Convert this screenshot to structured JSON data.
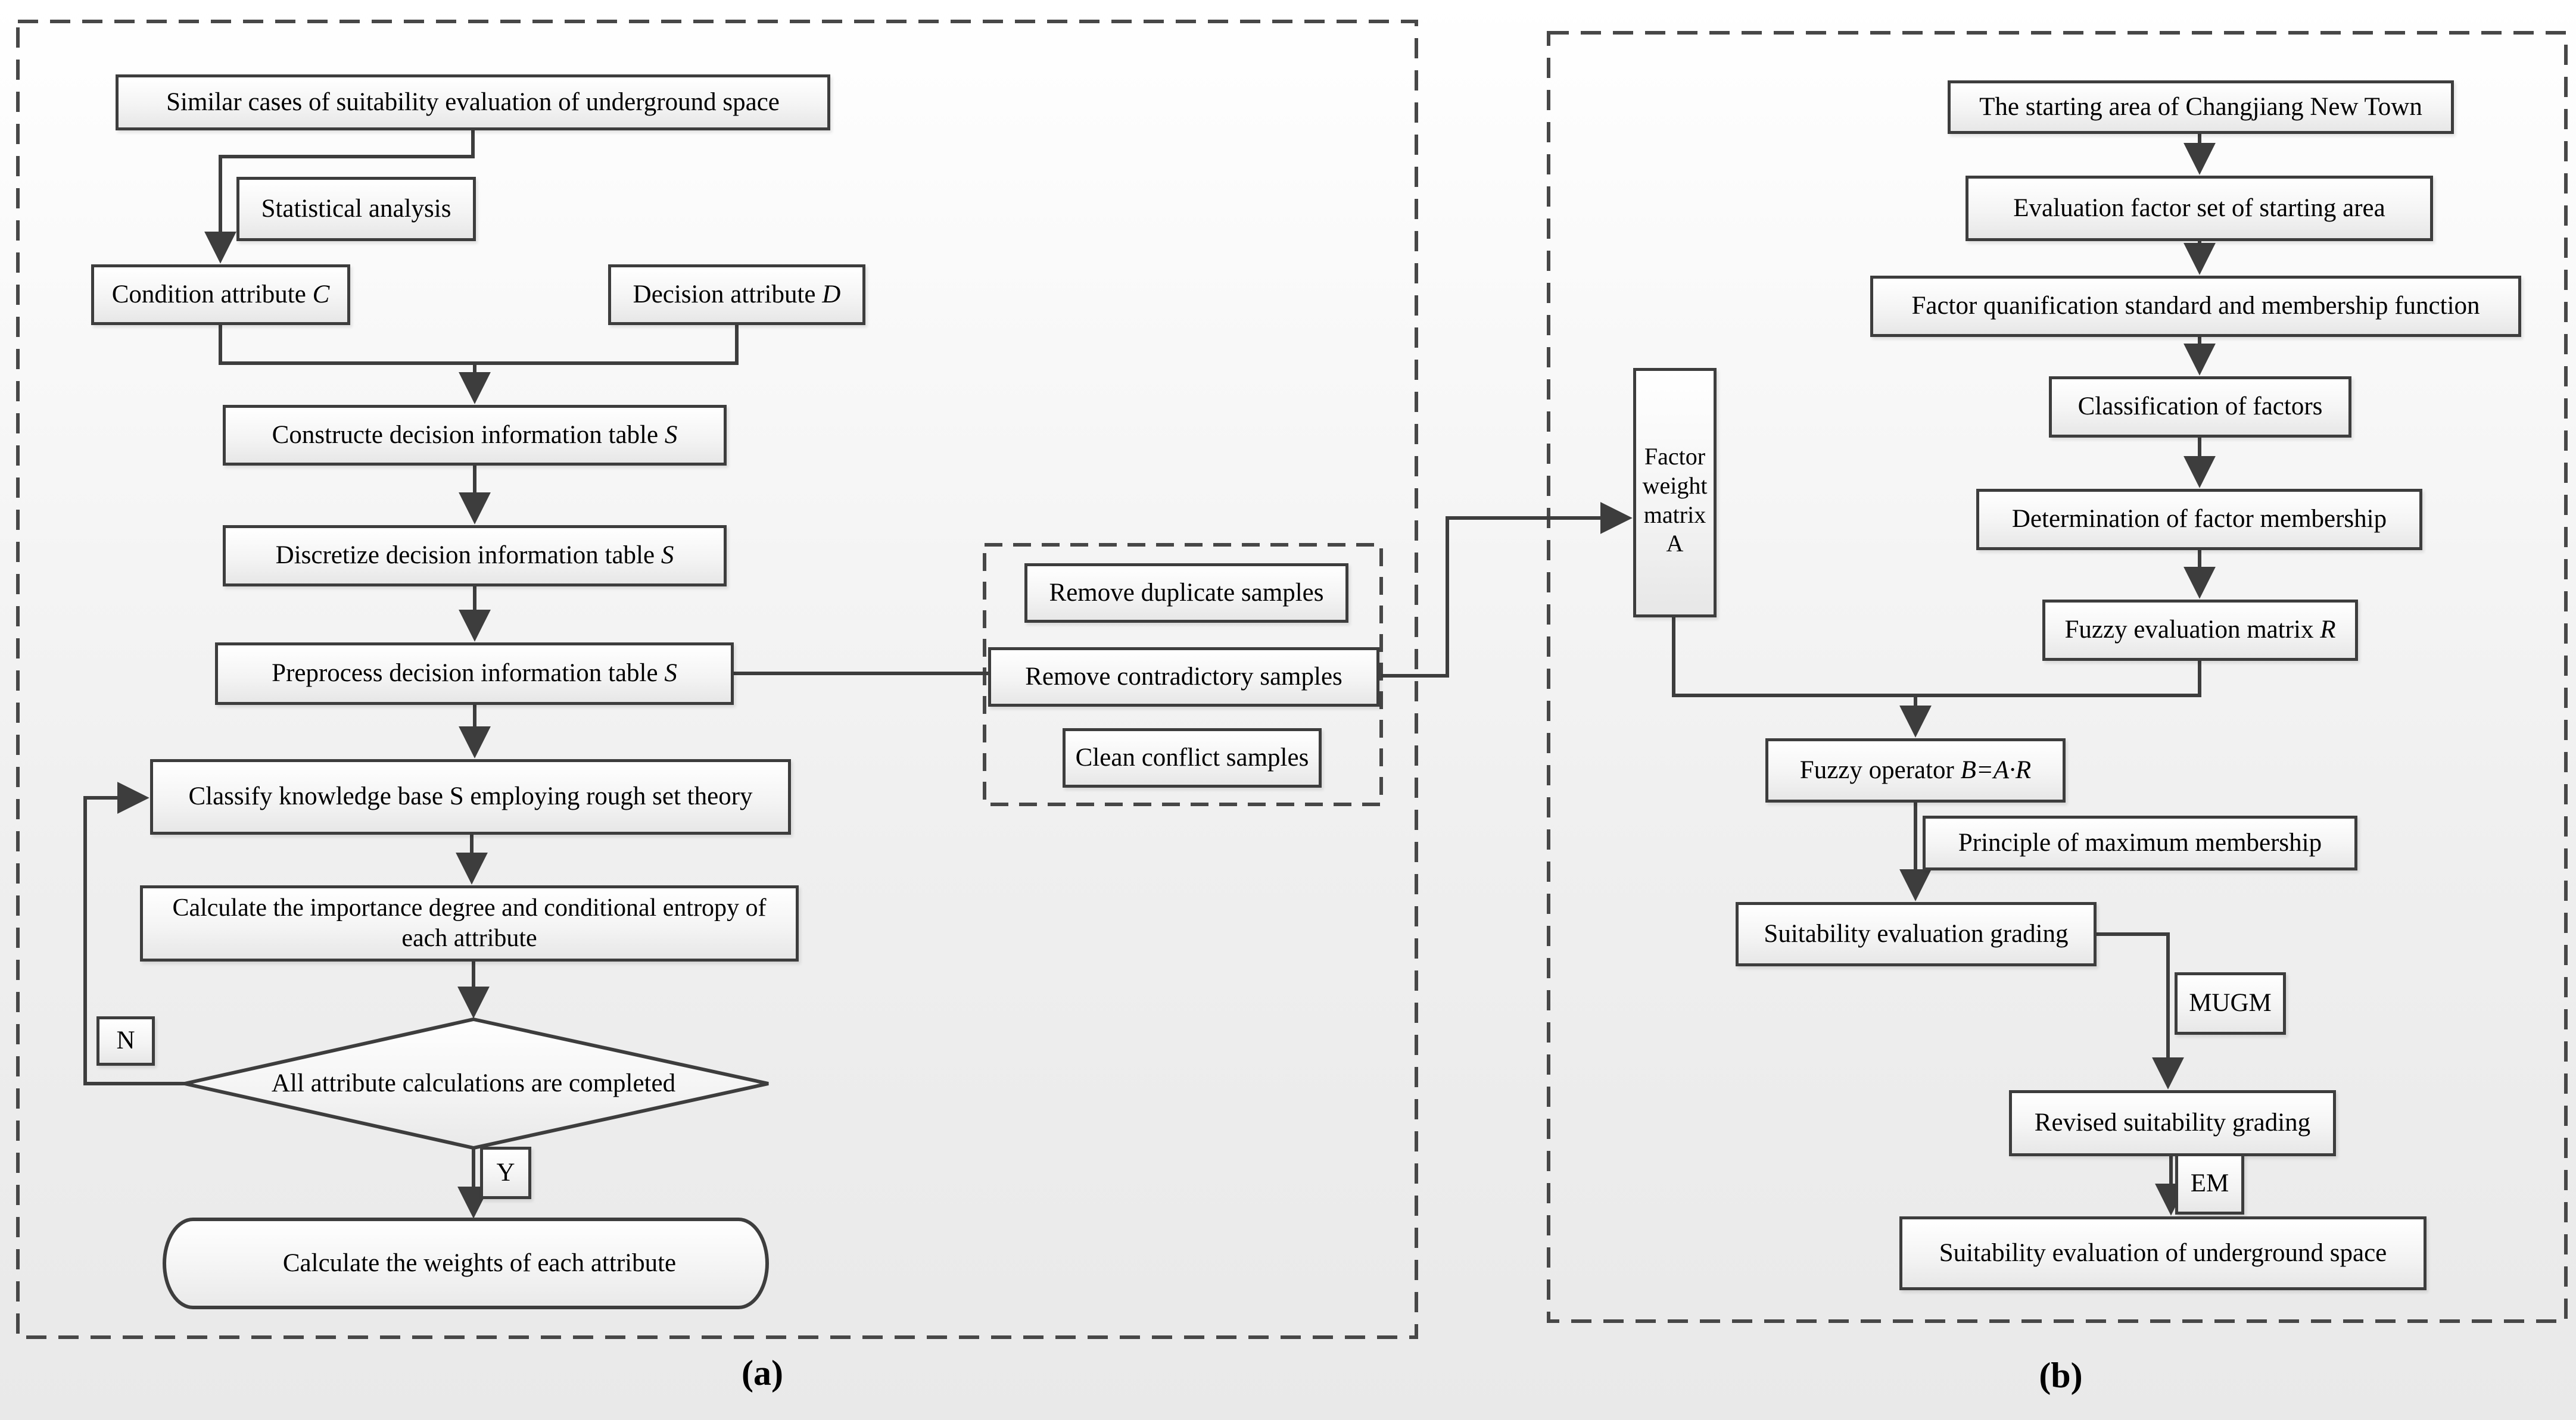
{
  "colors": {
    "line": "#3d3d3d",
    "box_border": "#3d3d3d",
    "dashed_border": "#474747",
    "box_fill_top": "#ffffff",
    "box_fill_bottom": "#e7e7e7",
    "text": "#000000"
  },
  "panel_a": {
    "caption": "(a)",
    "similar_cases": {
      "text": "Similar cases of suitability evaluation of underground space"
    },
    "statistical_analysis": {
      "text": "Statistical analysis"
    },
    "condition_attribute": {
      "text": "Condition attribute ",
      "em": "C"
    },
    "decision_attribute": {
      "text": "Decision attribute ",
      "em": "D"
    },
    "construct_table": {
      "text": "Constructe decision information table ",
      "em": "S"
    },
    "discretize_table": {
      "text": "Discretize decision information table ",
      "em": "S"
    },
    "preprocess_table": {
      "text": "Preprocess decision information table ",
      "em": "S"
    },
    "remove_duplicate": {
      "text": "Remove duplicate samples"
    },
    "remove_contradictory": {
      "text": "Remove contradictory samples"
    },
    "clean_conflict": {
      "text": "Clean conflict samples"
    },
    "classify_knowledge": {
      "text": "Classify knowledge base S employing rough set theory"
    },
    "calculate_importance": {
      "text": "Calculate the importance degree and conditional entropy of each attribute"
    },
    "decision_diamond": {
      "text": "All attribute calculations are completed"
    },
    "label_no": {
      "text": "N"
    },
    "label_yes": {
      "text": "Y"
    },
    "calculate_weights": {
      "text": "Calculate the weights of each attribute"
    }
  },
  "panel_b": {
    "caption": "(b)",
    "starting_area": {
      "text": "The starting area of Changjiang New Town"
    },
    "evaluation_factor_set": {
      "text": "Evaluation factor set of starting area"
    },
    "quantification_standard": {
      "text": "Factor quanification standard and membership function"
    },
    "classification_factors": {
      "text": "Classification of factors"
    },
    "determination_membership": {
      "text": "Determination of factor membership"
    },
    "fuzzy_matrix": {
      "text": "Fuzzy evaluation matrix ",
      "em": "R"
    },
    "factor_weight_matrix": {
      "text": "Factor weight matrix A"
    },
    "fuzzy_operator": {
      "text": "Fuzzy operator ",
      "em": "B=A·R"
    },
    "principle_membership": {
      "text": "Principle of maximum membership"
    },
    "suitability_grading": {
      "text": "Suitability evaluation grading"
    },
    "mugm": {
      "text": "MUGM"
    },
    "revised_grading": {
      "text": "Revised suitability grading"
    },
    "em": {
      "text": "EM"
    },
    "final_evaluation": {
      "text": "Suitability evaluation of underground space"
    }
  }
}
